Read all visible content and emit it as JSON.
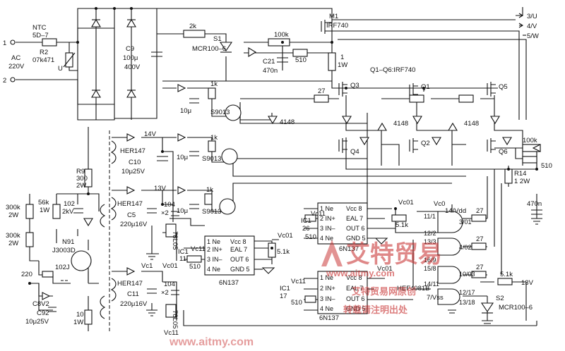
{
  "outputs": [
    "3/U",
    "4/V",
    "5/W"
  ],
  "input": {
    "t1": "1",
    "t2": "2",
    "ac": "AC",
    "voltage": "220V",
    "ntc_name": "NTC",
    "ntc_value": "5D–7",
    "r2_name": "R2",
    "r2_value": "07k471",
    "u_mark": "U"
  },
  "bridge": {
    "c9_name": "C9",
    "c9_value": "100μ",
    "c9_volt": "400V"
  },
  "top": {
    "r_2k": "2k",
    "s1_name": "S1",
    "s1_part": "MCR100–6",
    "m1_name": "M1",
    "m1_part": "IRF740",
    "r_100k": "100k",
    "c21_name": "C21",
    "c21_value": "470n",
    "r_510": "510",
    "r_1w_a": "1",
    "r_1w_b": "1W",
    "q_note": "Q1–Q6:IRF740"
  },
  "drivers": {
    "r_1k_a": "1k",
    "r_1k_b": "1k",
    "r_1k_c": "1k",
    "t_a": "S9013",
    "t_b": "S9013",
    "t_c": "S9013",
    "c_a": "10μ",
    "c_b": "10μ",
    "c_c": "10μ",
    "d_a": "4148",
    "d_b": "4148",
    "d_c": "4148",
    "r_27_a": "27"
  },
  "bridge_out": {
    "q1": "Q1",
    "q2": "Q2",
    "q3": "Q3",
    "q4": "Q4",
    "q5": "Q5",
    "q6": "Q6",
    "r_100k": "100k",
    "r_510": "510",
    "r14_name": "R14",
    "r14_value": "1 2W",
    "c_470n": "470n"
  },
  "supplies": {
    "v14": "14V",
    "v13": "13V",
    "her_a": "HER147",
    "her_b": "HER147",
    "her_c": "HER147",
    "c10_name": "C10",
    "c10_value": "10μ25V",
    "c5_name": "C5",
    "c5_value": "220μ16V",
    "c11_name": "C11",
    "c11_value": "220μ16V",
    "c104_a": "104",
    "c104_b": "104",
    "x2_a": "×2",
    "x2_b": "×2",
    "reg_a": "78L05",
    "reg_b": "78L05",
    "vc01": "Vc01",
    "vc1": "Vc1",
    "vc11": "Vc11"
  },
  "osc": {
    "r9_name": "R9",
    "r9_v1": "300",
    "r9_v2": "2W",
    "r_56k": "56k",
    "r_56k_w": "1W",
    "c_102": "102",
    "c_2kv": "2kV",
    "r_300k_a": "300k",
    "r_300k_a_w": "2W",
    "r_300k_b": "300k",
    "r_300k_b_w": "2W",
    "n91": "N91",
    "n91_part": "J3003D",
    "r_220": "220",
    "c_102j": "102J",
    "c8v2": "C8V2",
    "c92_name": "C92",
    "c92_value": "10μ25V",
    "r_10": "10",
    "r_10_w": "1W"
  },
  "opto": {
    "p1": "1 Ne",
    "p2": "2 IN+",
    "p3": "3 IN–",
    "p4": "4 Ne",
    "p5": "GND 5",
    "p6": "OUT 6",
    "p7": "EAL 7",
    "p8": "Vcc 8",
    "part": "6N137",
    "ic1": "IC1",
    "pin11": "11",
    "pin26": "26",
    "pin17": "17",
    "r_510": "510",
    "r_51k": "5.1k",
    "vc01": "Vc01",
    "vc11": "Vc11"
  },
  "logic": {
    "vc0": "Vc0",
    "vdd": "14/Vdd",
    "g1_in": "11/1",
    "g1_out": "3/01",
    "g2_in": "12/2",
    "g2_mid": "13/3",
    "g2_out": "4/02",
    "g3_in": "16/9",
    "g3_mid": "15/8",
    "g3_out": "10/03",
    "g4_in": "14/11",
    "g4_out": "12/17",
    "g4_low": "13/18",
    "r_27_a": "27",
    "r_27_b": "27",
    "r_27_c": "27",
    "part": "HEF4081B",
    "vss": "7/Vss",
    "s2_name": "S2",
    "s2_part": "MCR100–6",
    "r_51k": "5.1k",
    "v13": "13V"
  },
  "watermark": {
    "brand": "艾特贸易",
    "url": "www.aitmy.com",
    "net": "艾特贸易网原创",
    "repost": "转载请注明出处",
    "url_bottom": "www.aitmy.com"
  }
}
